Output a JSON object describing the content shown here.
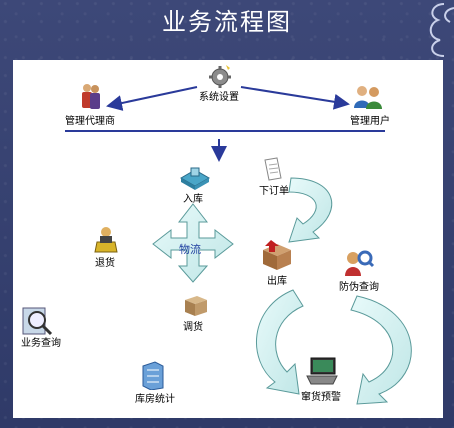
{
  "title": "业务流程图",
  "nodes": {
    "system_settings": "系统设置",
    "admin_agent": "管理代理商",
    "admin_user": "管理用户",
    "warehouse_in": "入库",
    "place_order": "下订单",
    "logistics": "物流",
    "return_goods": "退货",
    "warehouse_out": "出库",
    "anti_fake_query": "防伪查询",
    "transfer_goods": "调货",
    "business_query": "业务查询",
    "warehouse_stats": "库房统计",
    "stock_alert": "窜货预警"
  },
  "colors": {
    "bg": "#3a4473",
    "arrow_teal": "#cfeeee",
    "arrow_outline": "#3a7f7f",
    "connector": "#2a3a9a"
  }
}
